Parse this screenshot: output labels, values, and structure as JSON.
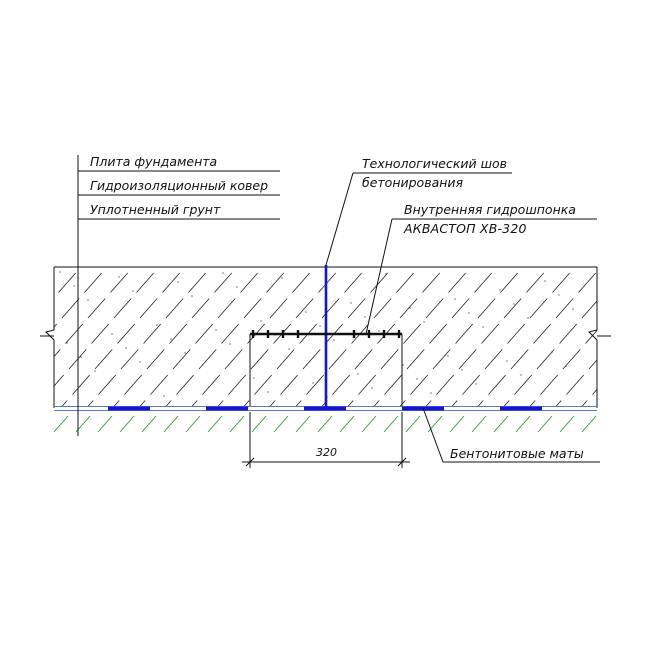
{
  "labels": {
    "slab": "Плита фундамента",
    "waterproofing": "Гидроизоляционный ковер",
    "soil": "Уплотненный грунт",
    "joint_line1": "Технологический шов",
    "joint_line2": "бетонирования",
    "waterstop_line1": "Внутренняя гидрошпонка",
    "waterstop_line2": "АКВАСТОП ХВ-320",
    "bentonite": "Бентонитовые маты",
    "dimension": "320"
  },
  "colors": {
    "line": "#111111",
    "blue": "#1414d2",
    "thin_blue": "#5a78d8",
    "green": "#2a9a2a",
    "hatch": "#222222"
  }
}
